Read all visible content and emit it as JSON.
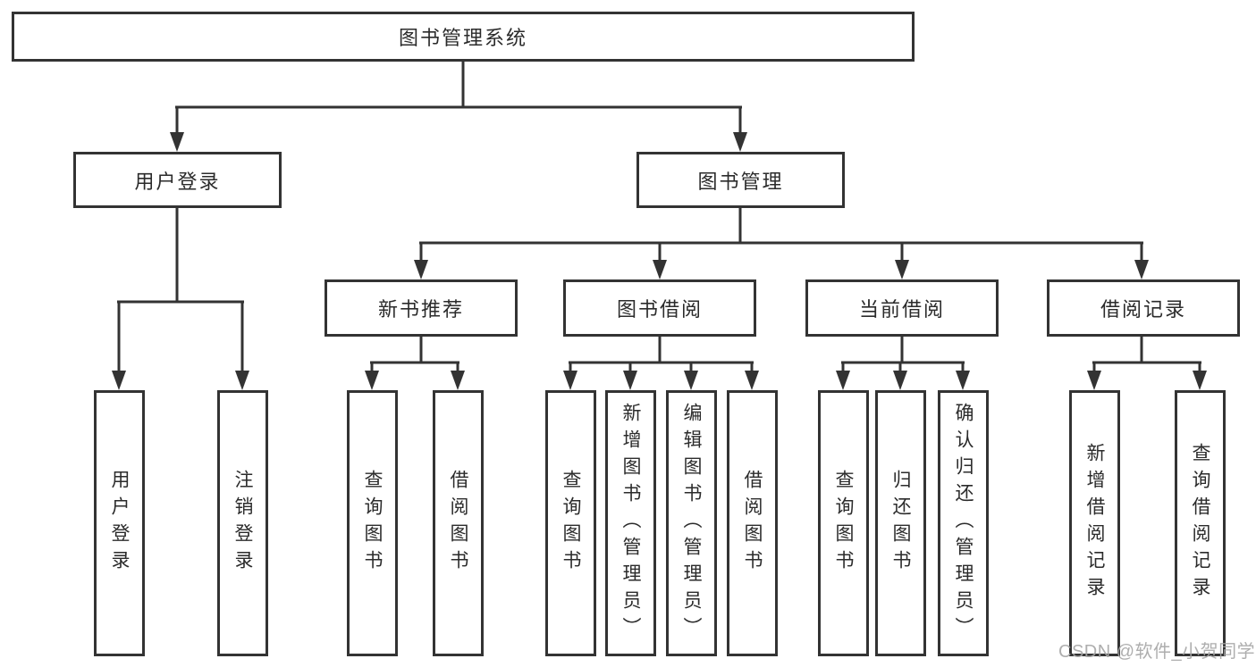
{
  "diagram": {
    "title": "图书管理系统",
    "tree": {
      "root": {
        "label": "图书管理系统"
      },
      "level2": [
        {
          "id": "user-login-branch",
          "label": "用户登录"
        },
        {
          "id": "book-management-branch",
          "label": "图书管理"
        }
      ],
      "level3": [
        {
          "id": "new-book-recommend",
          "parent": "图书管理",
          "label": "新书推荐"
        },
        {
          "id": "book-borrow",
          "parent": "图书管理",
          "label": "图书借阅"
        },
        {
          "id": "current-borrow",
          "parent": "图书管理",
          "label": "当前借阅"
        },
        {
          "id": "borrow-records",
          "parent": "图书管理",
          "label": "借阅记录"
        }
      ],
      "leaves": [
        {
          "parent": "用户登录",
          "label": "用户登录"
        },
        {
          "parent": "用户登录",
          "label": "注销登录"
        },
        {
          "parent": "新书推荐",
          "label": "查询图书"
        },
        {
          "parent": "新书推荐",
          "label": "借阅图书"
        },
        {
          "parent": "图书借阅",
          "label": "查询图书"
        },
        {
          "parent": "图书借阅",
          "label": "新增图书（管理员）"
        },
        {
          "parent": "图书借阅",
          "label": "编辑图书（管理员）"
        },
        {
          "parent": "图书借阅",
          "label": "借阅图书"
        },
        {
          "parent": "当前借阅",
          "label": "查询图书"
        },
        {
          "parent": "当前借阅",
          "label": "归还图书"
        },
        {
          "parent": "当前借阅",
          "label": "确认归还（管理员）"
        },
        {
          "parent": "借阅记录",
          "label": "新增借阅记录"
        },
        {
          "parent": "借阅记录",
          "label": "查询借阅记录"
        }
      ]
    },
    "watermark": "CSDN @软件_小贺同学",
    "colors": {
      "line": "#333333",
      "text": "#2b2b2b",
      "background": "#ffffff",
      "watermark": "#a5a5a5"
    }
  }
}
